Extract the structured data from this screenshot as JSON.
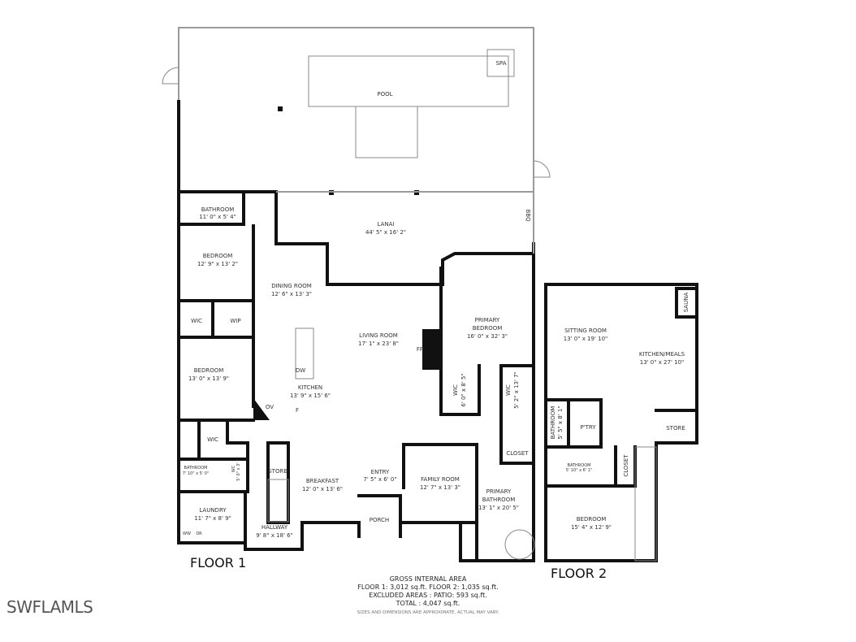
{
  "watermark": "SWFLAMLS",
  "floor1": {
    "title": "FLOOR 1",
    "rooms": {
      "pool": {
        "name": "POOL"
      },
      "spa": {
        "name": "SPA"
      },
      "lanai": {
        "name": "LANAI",
        "dims": "44' 5\" x 16' 2\""
      },
      "bathroom1": {
        "name": "BATHROOM",
        "dims": "11' 0\" x 5' 4\""
      },
      "bedroom1": {
        "name": "BEDROOM",
        "dims": "12' 9\" x 13' 2\""
      },
      "dining": {
        "name": "DINING ROOM",
        "dims": "12' 6\" x 13' 3\""
      },
      "wic1": {
        "name": "WIC"
      },
      "wip": {
        "name": "WIP"
      },
      "living": {
        "name": "LIVING ROOM",
        "dims": "17' 1\" x 23' 8\""
      },
      "primary_bedroom": {
        "name1": "PRIMARY",
        "name2": "BEDROOM",
        "dims": "16' 0\" x 32' 3\""
      },
      "bedroom2": {
        "name": "BEDROOM",
        "dims": "13' 0\" x 13' 9\""
      },
      "kitchen": {
        "name": "KITCHEN",
        "dims": "13' 9\" x 15' 6\""
      },
      "wic2": {
        "name": "WIC",
        "dims": "6' 0\" x 8' 5\""
      },
      "wic3": {
        "name": "WIC",
        "dims": "5' 2\" x 13' 7\""
      },
      "wic4": {
        "name": "WIC"
      },
      "bathroom2": {
        "name": "BATHROOM",
        "dims": "7' 10\" x 5' 0\""
      },
      "wc": {
        "name": "WC",
        "dims": "5' 0\" x 3' 7\""
      },
      "store": {
        "name": "STORE"
      },
      "breakfast": {
        "name": "BREAKFAST",
        "dims": "12' 0\" x 13' 6\""
      },
      "entry": {
        "name": "ENTRY",
        "dims": "7' 5\" x 6' 0\""
      },
      "family": {
        "name": "FAMILY ROOM",
        "dims": "12' 7\" x 13' 3\""
      },
      "closet": {
        "name": "CLOSET"
      },
      "primary_bathroom": {
        "name1": "PRIMARY",
        "name2": "BATHROOM",
        "dims": "13' 1\" x 20' 5\""
      },
      "porch": {
        "name": "PORCH"
      },
      "laundry": {
        "name": "LAUNDRY",
        "dims": "11' 7\" x 8' 9\""
      },
      "hallway": {
        "name": "HALLWAY",
        "dims": "9' 8\" x 18' 6\""
      }
    },
    "fixtures": {
      "dw": "DW",
      "ov": "OV",
      "f": "F",
      "fp": "FP",
      "bbq": "BBQ",
      "ww": "WW",
      "dr": "DR"
    }
  },
  "floor2": {
    "title": "FLOOR 2",
    "rooms": {
      "sauna": {
        "name": "SAUNA"
      },
      "sitting": {
        "name": "SITTING ROOM",
        "dims": "13' 0\" x 19' 10\""
      },
      "kitchen_meals": {
        "name": "KITCHEN/MEALS",
        "dims": "13' 0\" x 27' 10\""
      },
      "bathroom1": {
        "name": "BATHROOM",
        "dims": "5' 5\" x 8' 1\""
      },
      "pantry": {
        "name": "P'TRY"
      },
      "store": {
        "name": "STORE"
      },
      "bathroom2": {
        "name": "BATHROOM",
        "dims": "5' 10\" x 6' 1\""
      },
      "closet": {
        "name": "CLOSET"
      },
      "bedroom": {
        "name": "BEDROOM",
        "dims": "15' 4\" x 12' 9\""
      }
    }
  },
  "summary": {
    "heading": "GROSS INTERNAL AREA",
    "floors": "FLOOR 1: 3,012 sq.ft. FLOOR 2: 1,035 sq.ft.",
    "excluded": "EXCLUDED AREAS : PATIO: 593 sq.ft.",
    "total": "TOTAL :  4,047 sq.ft.",
    "disclaimer": "SIZES AND DIMENSIONS ARE APPROXIMATE, ACTUAL MAY VARY."
  }
}
